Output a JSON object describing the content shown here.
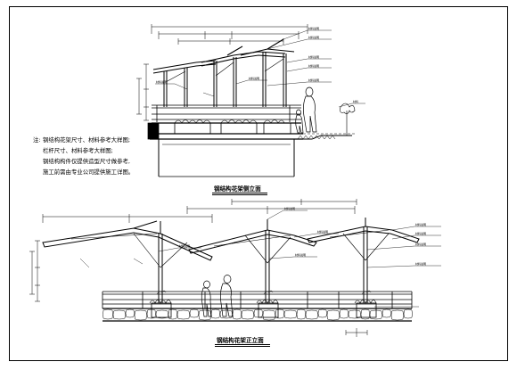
{
  "notes": {
    "prefix": "注:",
    "lines": [
      "钢结构花架尺寸、材料参考大样图;",
      "栏杆尺寸、材料参考大样图;",
      "钢结构构件仅提供造型尺寸做参考,",
      "施工前需由专业公司提供施工详图。"
    ]
  },
  "titles": {
    "side_elevation": "钢结构花架侧立面",
    "front_elevation": "钢结构花架正立面"
  }
}
